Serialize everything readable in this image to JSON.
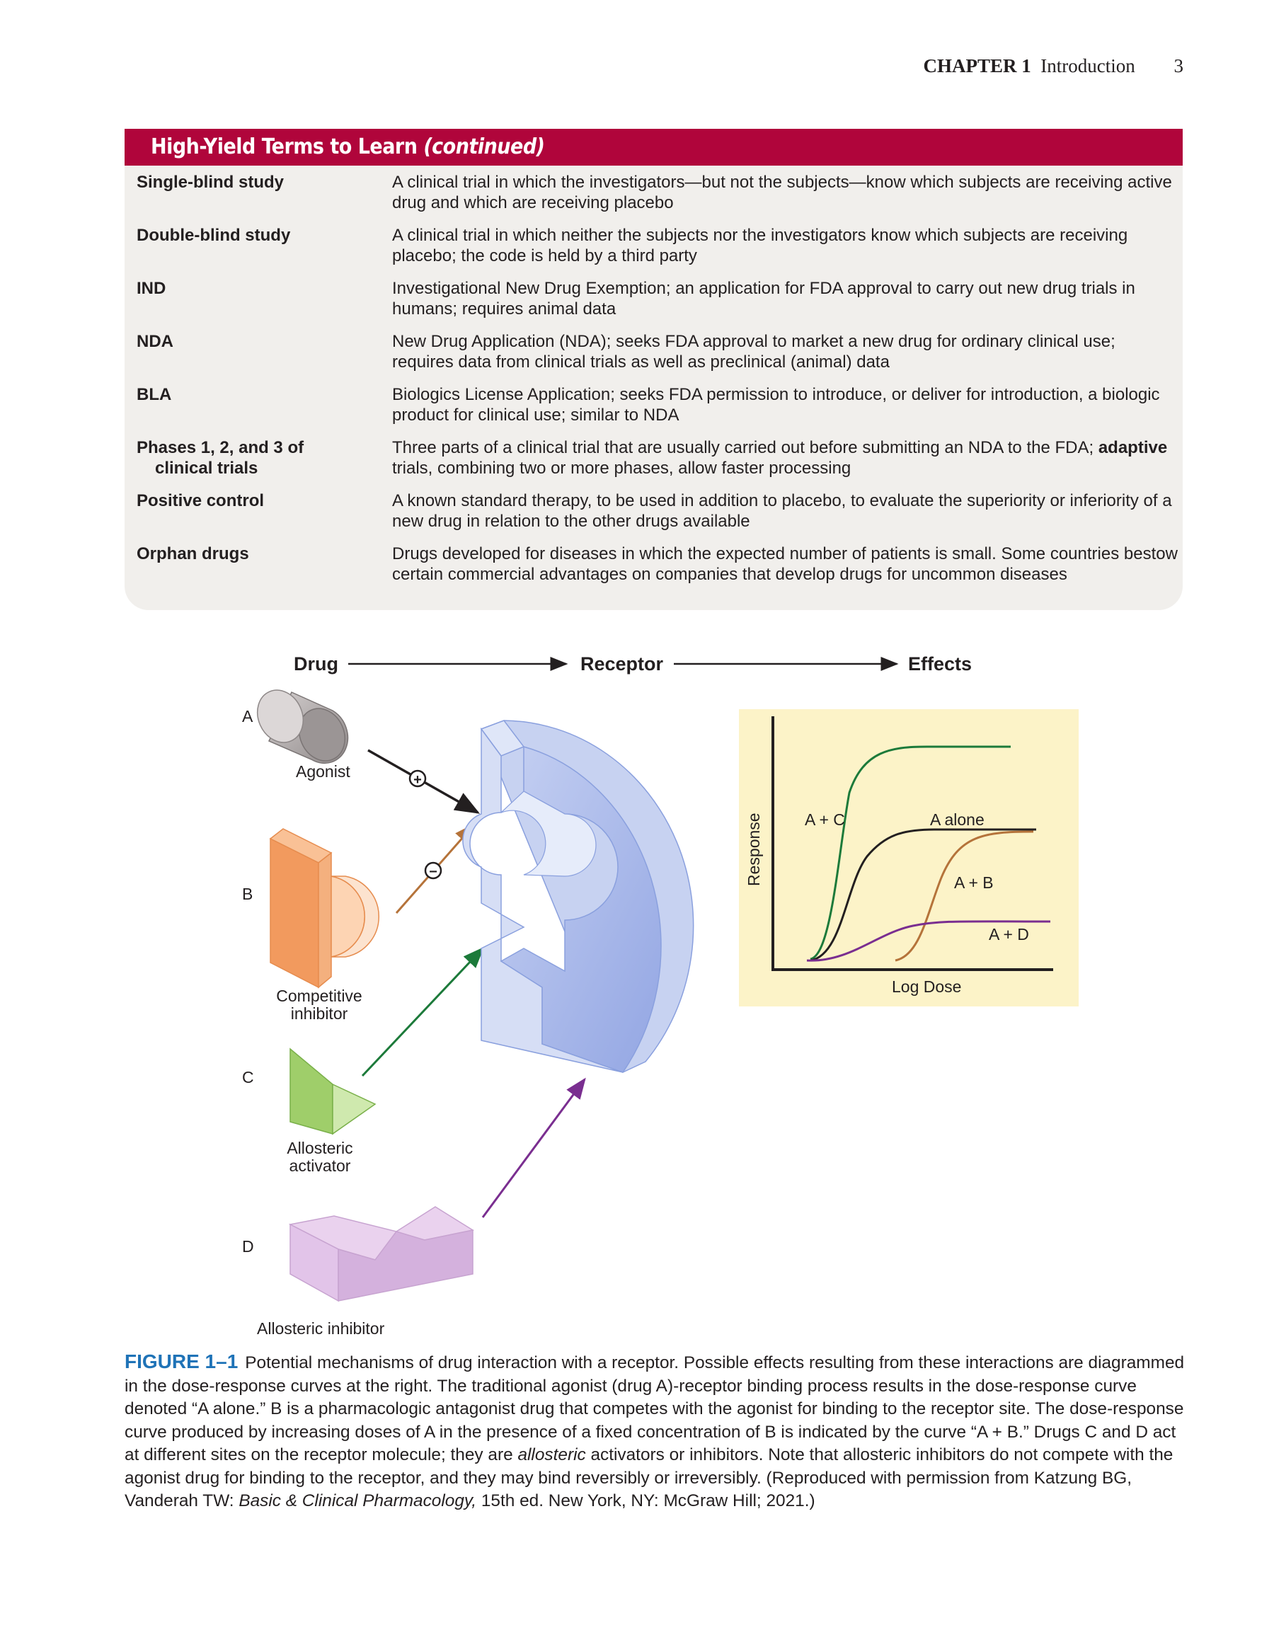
{
  "header": {
    "chapter": "CHAPTER 1",
    "title": "Introduction",
    "page_number": "3"
  },
  "box": {
    "title": "High-Yield Terms to Learn",
    "title_suffix": "(continued)",
    "rows": [
      {
        "term": "Single-blind study",
        "term2": "",
        "definition": "A clinical trial in which the investigators—but not the subjects—know which subjects are receiving active drug and which are receiving placebo"
      },
      {
        "term": "Double-blind study",
        "term2": "",
        "definition": "A clinical trial in which neither the subjects nor the investigators know which subjects are receiving placebo; the code is held by a third party"
      },
      {
        "term": "IND",
        "term2": "",
        "definition": "Investigational New Drug Exemption; an application for FDA approval to carry out new drug trials in humans; requires animal data"
      },
      {
        "term": "NDA",
        "term2": "",
        "definition": "New Drug Application (NDA); seeks FDA approval to market a new drug for ordinary clinical use; requires data from clinical trials as well as preclinical (animal) data"
      },
      {
        "term": "BLA",
        "term2": "",
        "definition": "Biologics License Application; seeks FDA permission to introduce, or deliver for introduction, a biologic product for clinical use; similar to NDA"
      },
      {
        "term": "Phases 1, 2, and 3 of",
        "term2": "clinical trials",
        "definition": "Three parts of a clinical trial that are usually carried out before submitting an NDA to the FDA;",
        "definition_bold": "adaptive",
        "definition_rest": " trials, combining two or more phases, allow faster processing"
      },
      {
        "term": "Positive control",
        "term2": "",
        "definition": "A known standard therapy, to be used in addition to placebo, to evaluate the superiority or inferiority of a new drug in relation to the other drugs available"
      },
      {
        "term": "Orphan drugs",
        "term2": "",
        "definition": "Drugs developed for diseases in which the expected number of patients is small. Some countries bestow certain commercial advantages on companies that develop drugs for uncommon diseases"
      }
    ]
  },
  "figure": {
    "flow": {
      "drug": "Drug",
      "receptor": "Receptor",
      "effects": "Effects"
    },
    "panels": [
      {
        "letter": "A",
        "label": "Agonist",
        "sign": "+"
      },
      {
        "letter": "B",
        "label1": "Competitive",
        "label2": "inhibitor",
        "sign": "−"
      },
      {
        "letter": "C",
        "label1": "Allosteric",
        "label2": "activator"
      },
      {
        "letter": "D",
        "label": "Allosteric inhibitor"
      }
    ],
    "graph": {
      "ylabel": "Response",
      "xlabel": "Log Dose",
      "curves": [
        "A + C",
        "A alone",
        "A + B",
        "A + D"
      ],
      "colors": {
        "A + C": "#1c7a3a",
        "A alone": "#231f20",
        "A + B": "#b5733a",
        "A + D": "#7a2e90"
      },
      "background": "#fcf3c8"
    }
  },
  "caption": {
    "label": "FIGURE 1–1",
    "text_1": "Potential mechanisms of drug interaction with a receptor. Possible effects resulting from these interactions are diagrammed in the dose-response curves at the right. The traditional agonist (drug A)-receptor binding process results in the dose-response curve denoted “A alone.” B is a pharmacologic antagonist drug that competes with the agonist for binding to the receptor site. The dose-response curve produced by increasing doses of A in the presence of a fixed concentration of B is indicated by the curve “A + B.” Drugs C and D act at different sites on the receptor molecule; they are ",
    "text_em": "allosteric",
    "text_2": " activators or inhibitors. Note that allosteric inhibitors do not compete with the agonist drug for binding to the receptor, and they may bind reversibly or irreversibly. (Reproduced with permission from Katzung BG, Vanderah TW: ",
    "text_em2": "Basic & Clinical Pharmacology,",
    "text_3": " 15th ed. New York, NY: McGraw Hill; 2021.)"
  }
}
